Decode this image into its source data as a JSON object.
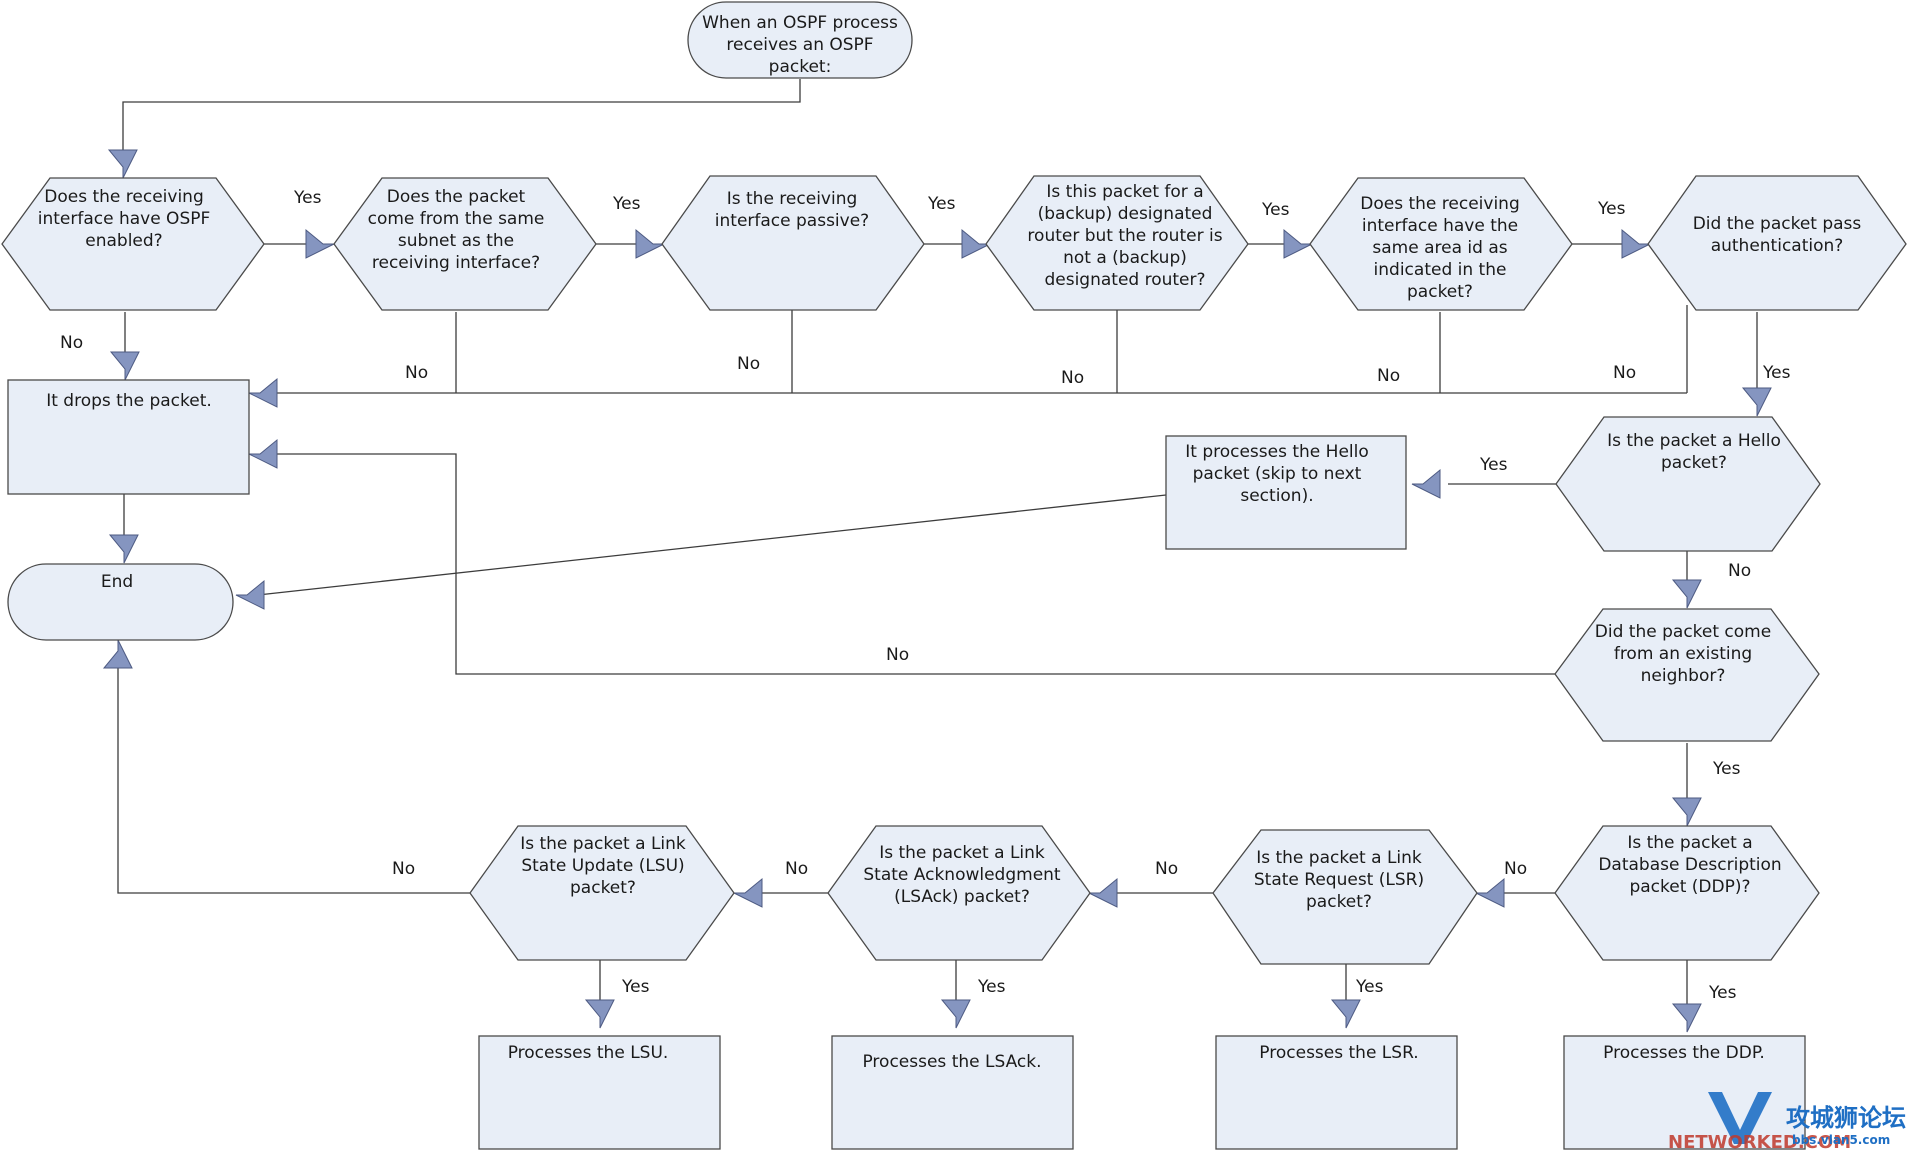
{
  "nodes": {
    "start": {
      "lines": [
        "When an OSPF process",
        "receives an OSPF",
        "packet:"
      ]
    },
    "ospf_enabled": {
      "lines": [
        "Does the receiving",
        "interface have OSPF",
        "enabled?"
      ]
    },
    "same_subnet": {
      "lines": [
        "Does the packet",
        "come from the same",
        "subnet as the",
        "receiving interface?"
      ]
    },
    "passive": {
      "lines": [
        "Is the receiving",
        "interface passive?"
      ]
    },
    "designated": {
      "lines": [
        "Is this packet for a",
        "(backup) designated",
        "router but the router is",
        "not a (backup)",
        "designated router?"
      ]
    },
    "area_id": {
      "lines": [
        "Does the receiving",
        "interface have the",
        "same area id as",
        "indicated in the",
        "packet?"
      ]
    },
    "auth": {
      "lines": [
        "Did the packet pass",
        "authentication?"
      ]
    },
    "drops": {
      "lines": [
        "It drops the packet."
      ]
    },
    "end": {
      "lines": [
        "End"
      ]
    },
    "hello_q": {
      "lines": [
        "Is the packet a Hello",
        "packet?"
      ]
    },
    "hello_proc": {
      "lines": [
        "It processes the Hello",
        "packet (skip to next",
        "section)."
      ]
    },
    "neighbor_q": {
      "lines": [
        "Did the packet come",
        "from an existing",
        "neighbor?"
      ]
    },
    "ddp_q": {
      "lines": [
        "Is the packet a",
        "Database Description",
        "packet (DDP)?"
      ]
    },
    "lsr_q": {
      "lines": [
        "Is the packet a Link",
        "State Request (LSR)",
        "packet?"
      ]
    },
    "lsack_q": {
      "lines": [
        "Is the packet a Link",
        "State Acknowledgment",
        "(LSAck) packet?"
      ]
    },
    "lsu_q": {
      "lines": [
        "Is the packet a Link",
        "State Update (LSU)",
        "packet?"
      ]
    },
    "ddp_proc": {
      "lines": [
        "Processes the DDP."
      ]
    },
    "lsr_proc": {
      "lines": [
        "Processes the LSR."
      ]
    },
    "lsack_proc": {
      "lines": [
        "Processes the LSAck."
      ]
    },
    "lsu_proc": {
      "lines": [
        "Processes the LSU."
      ]
    }
  },
  "edge_labels": {
    "ospf_yes": "Yes",
    "ospf_no": "No",
    "subnet_yes": "Yes",
    "subnet_no": "No",
    "passive_yes": "Yes",
    "passive_no": "No",
    "designated_yes": "Yes",
    "designated_no": "No",
    "area_yes": "Yes",
    "area_no": "No",
    "auth_yes": "Yes",
    "auth_no": "No",
    "hello_yes": "Yes",
    "hello_no": "No",
    "neighbor_yes": "Yes",
    "neighbor_no": "No",
    "ddp_yes": "Yes",
    "ddp_no": "No",
    "lsr_yes": "Yes",
    "lsr_no": "No",
    "lsack_yes": "Yes",
    "lsack_no": "No",
    "lsu_yes": "Yes",
    "lsu_no": "No"
  },
  "watermark": {
    "brand_cn": "攻城狮论坛",
    "site": "NETWORKED.COM",
    "site_small": "bbs.vlan5.com"
  },
  "colors": {
    "shape_fill": "#e8eef7",
    "arrow_fill": "#8595c0",
    "watermark_blue": "#1f6fc4"
  }
}
